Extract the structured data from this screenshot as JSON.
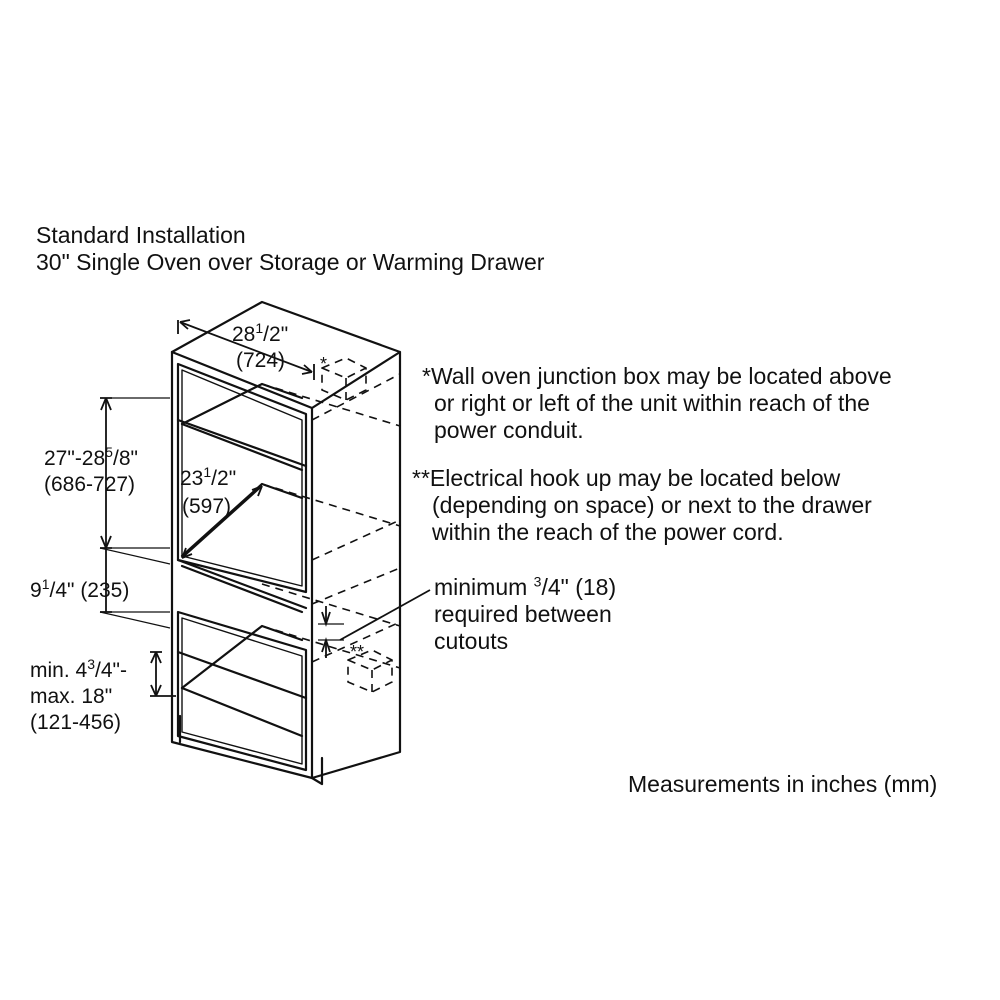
{
  "header": {
    "line1": "Standard Installation",
    "line2": "30\" Single Oven over Storage or Warming Drawer"
  },
  "dimensions": {
    "width": {
      "whole": "28",
      "num": "1",
      "den": "2",
      "mm": "(724)"
    },
    "depth": {
      "whole": "23",
      "num": "1",
      "den": "2",
      "mm": "(597)"
    },
    "height": {
      "range_start": "27\"-28",
      "num": "5",
      "den": "8",
      "mm": "(686-727)"
    },
    "drawer": {
      "whole": "9",
      "num": "1",
      "den": "4",
      "mm": "(235)"
    },
    "bottom": {
      "prefix": "min. 4",
      "num": "3",
      "den": "4",
      "suffix": "\"-",
      "line2": "max. 18\"",
      "mm": "(121-456)"
    }
  },
  "markers": {
    "single": "*",
    "double": "**"
  },
  "notes": {
    "junction": {
      "line1": "*Wall oven junction box may be located above",
      "line2": "or right or left of the unit within reach of the",
      "line3": "power conduit."
    },
    "electrical": {
      "line1": "**Electrical hook up may be located below",
      "line2": "(depending on space) or next to the drawer",
      "line3": "within the reach of the power cord."
    },
    "minimum": {
      "prefix": "minimum ",
      "num": "3",
      "den": "4",
      "suffix": "\" (18)",
      "line2": "required between",
      "line3": "cutouts"
    }
  },
  "footer": {
    "measurements": "Measurements in inches (mm)"
  }
}
